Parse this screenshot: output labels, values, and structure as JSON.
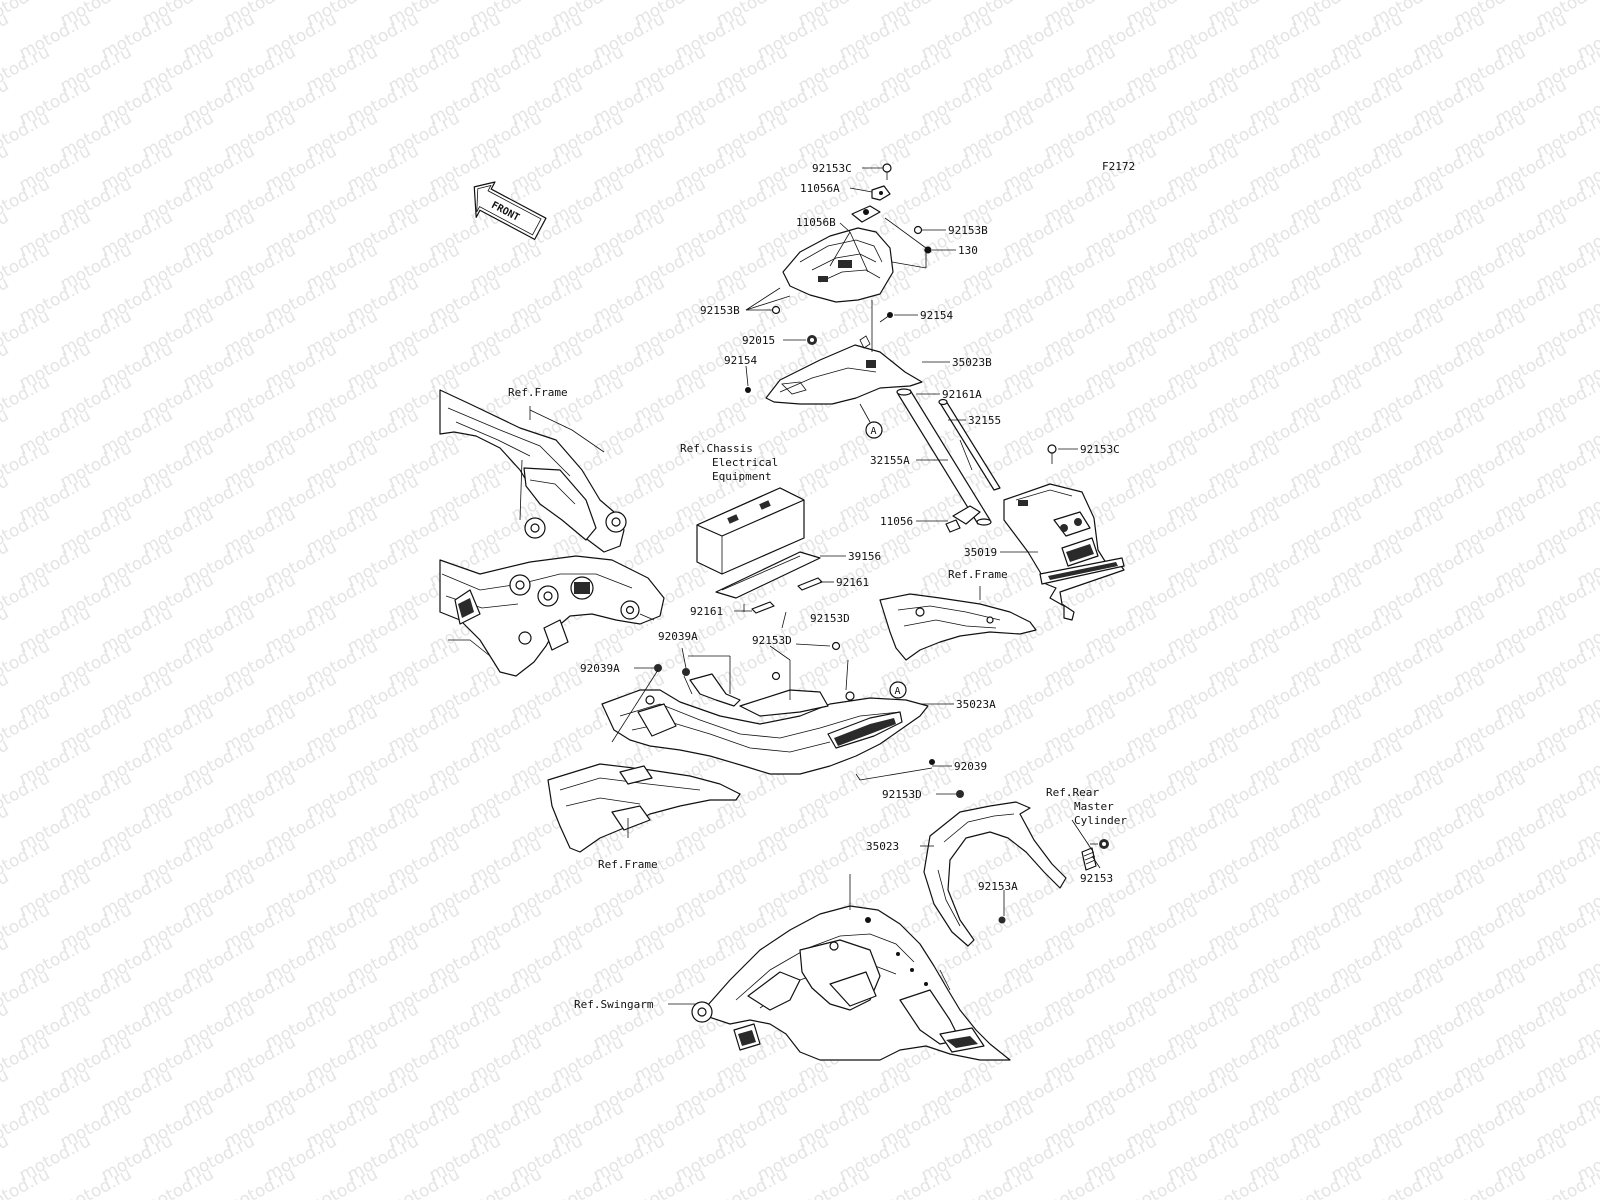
{
  "watermark": "motod.ru",
  "figure_code": "F2172",
  "front_label": "FRONT",
  "callout_marker": "A",
  "part_labels": [
    {
      "id": "p92153C_top",
      "text": "92153C"
    },
    {
      "id": "p11056A",
      "text": "11056A"
    },
    {
      "id": "p11056B",
      "text": "11056B"
    },
    {
      "id": "p92153B_r",
      "text": "92153B"
    },
    {
      "id": "p130",
      "text": "130"
    },
    {
      "id": "p92153B_l",
      "text": "92153B"
    },
    {
      "id": "p92154_r",
      "text": "92154"
    },
    {
      "id": "p92015",
      "text": "92015"
    },
    {
      "id": "p35023B",
      "text": "35023B"
    },
    {
      "id": "p92154_l",
      "text": "92154"
    },
    {
      "id": "p92161A",
      "text": "92161A"
    },
    {
      "id": "p32155",
      "text": "32155"
    },
    {
      "id": "p92153C_r",
      "text": "92153C"
    },
    {
      "id": "p32155A",
      "text": "32155A"
    },
    {
      "id": "p11056",
      "text": "11056"
    },
    {
      "id": "p35019",
      "text": "35019"
    },
    {
      "id": "p39156",
      "text": "39156"
    },
    {
      "id": "p92161_r",
      "text": "92161"
    },
    {
      "id": "p92161_l",
      "text": "92161"
    },
    {
      "id": "p92153D_a",
      "text": "92153D"
    },
    {
      "id": "p92153D_b",
      "text": "92153D"
    },
    {
      "id": "p92039A_a",
      "text": "92039A"
    },
    {
      "id": "p92039A_b",
      "text": "92039A"
    },
    {
      "id": "p35023A",
      "text": "35023A"
    },
    {
      "id": "p92039",
      "text": "92039"
    },
    {
      "id": "p92153D_c",
      "text": "92153D"
    },
    {
      "id": "p35023",
      "text": "35023"
    },
    {
      "id": "p92153A",
      "text": "92153A"
    },
    {
      "id": "p92153",
      "text": "92153"
    }
  ],
  "ref_labels": [
    {
      "id": "ref_frame_top",
      "lines": [
        "Ref.Frame"
      ]
    },
    {
      "id": "ref_chassis",
      "lines": [
        "Ref.Chassis",
        "Electrical",
        "Equipment"
      ]
    },
    {
      "id": "ref_frame_right",
      "lines": [
        "Ref.Frame"
      ]
    },
    {
      "id": "ref_frame_bottom",
      "lines": [
        "Ref.Frame"
      ]
    },
    {
      "id": "ref_rear_master",
      "lines": [
        "Ref.Rear",
        "Master",
        "Cylinder"
      ]
    },
    {
      "id": "ref_swingarm",
      "lines": [
        "Ref.Swingarm"
      ]
    }
  ]
}
